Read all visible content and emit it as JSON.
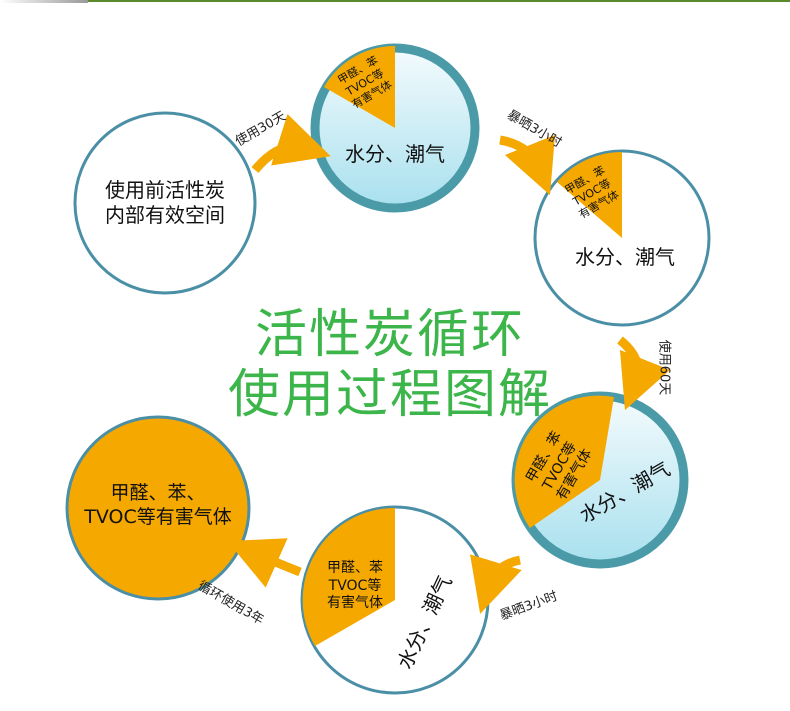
{
  "title": {
    "line1": "活性炭循环",
    "line2": "使用过程图解"
  },
  "circles": {
    "start": "使用前活性炭\n内部有效空间",
    "moisture": "水分、潮气",
    "harmful_short": "甲醛、苯\nTVOC等\n有害气体",
    "harmful_long": "甲醛、苯、\nTVOC等有害气体"
  },
  "steps": {
    "use30": "使用30天",
    "sun3a": "暴晒3小时",
    "use60": "使用60天",
    "sun3b": "暴晒3小时",
    "cycle3y": "循环使用3年"
  },
  "colors": {
    "orange": "#f5a800",
    "teal": "#4a9aa8",
    "blue_border": "#4a8fa6",
    "green": "#3cb54a",
    "light_fill": "#d8f0f6"
  }
}
